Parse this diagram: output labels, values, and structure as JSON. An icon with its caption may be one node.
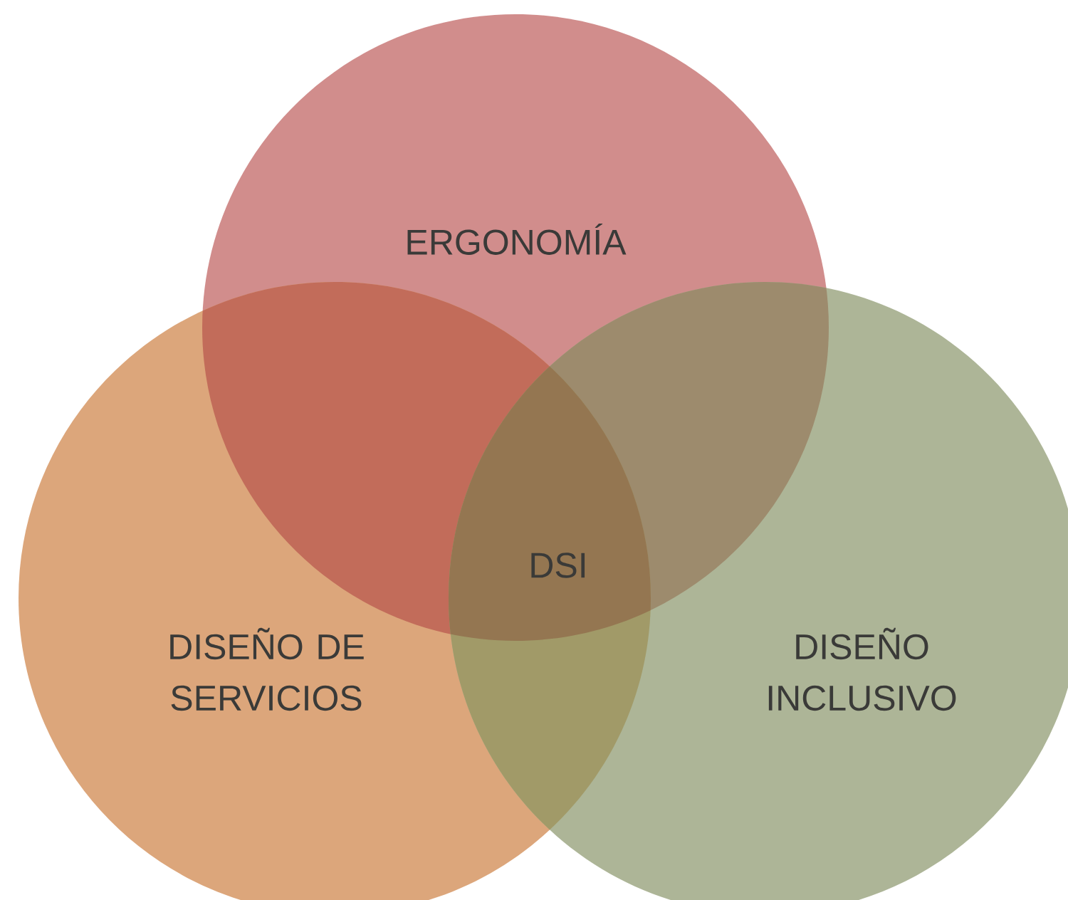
{
  "diagram": {
    "nodes": [
      {
        "text": [
          "ERGONOMÍA"
        ]
      },
      {
        "text": [
          "DISEÑO DE SERVICIOS"
        ]
      },
      {
        "text": [
          "DISEÑO INCLUSIVO"
        ]
      }
    ],
    "labels": [
      "DSI"
    ]
  }
}
